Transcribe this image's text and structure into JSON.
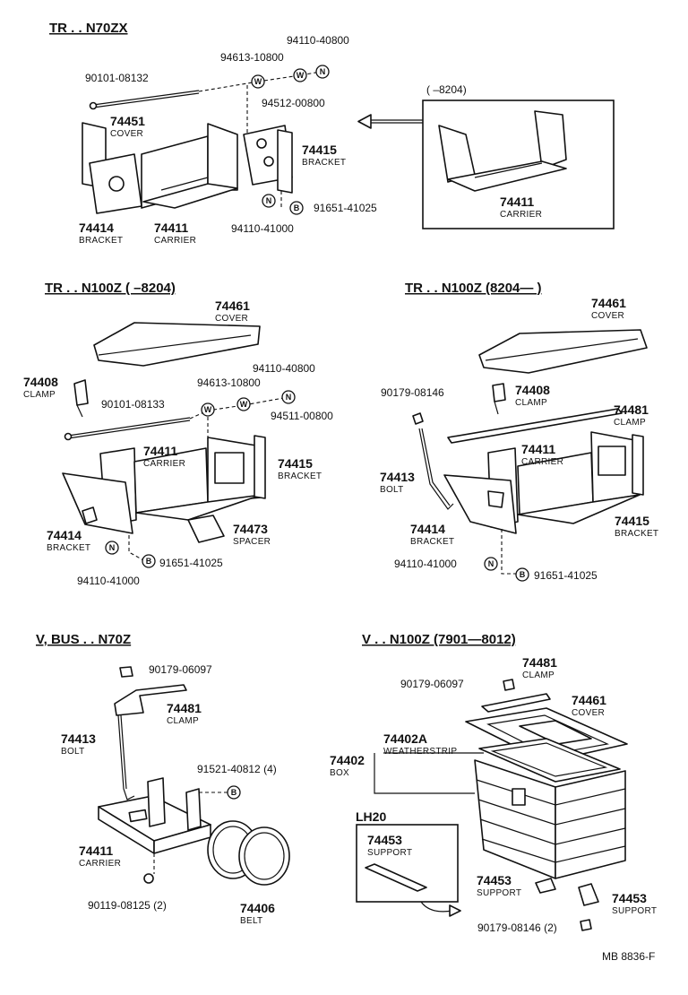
{
  "sections": {
    "tr_n70zx": {
      "title": "TR . . N70ZX",
      "inset_range": "(      –8204)",
      "labels": {
        "p94110_40800": "94110-40800",
        "p94613_10800": "94613-10800",
        "p90101_08132": "90101-08132",
        "p94512_00800": "94512-00800",
        "p74451": "74451",
        "n74451": "COVER",
        "p74415": "74415",
        "n74415": "BRACKET",
        "p74414": "74414",
        "n74414": "BRACKET",
        "p74411": "74411",
        "n74411": "CARRIER",
        "p94110_41000": "94110-41000",
        "p91651_41025": "91651-41025",
        "inset_p74411": "74411",
        "inset_n74411": "CARRIER"
      }
    },
    "tr_n100z_a": {
      "title": "TR . . N100Z (        –8204)",
      "labels": {
        "p74461": "74461",
        "n74461": "COVER",
        "p74408": "74408",
        "n74408": "CLAMP",
        "p94110_40800": "94110-40800",
        "p94613_10800": "94613-10800",
        "p90101_08133": "90101-08133",
        "p94511_00800": "94511-00800",
        "p74411": "74411",
        "n74411": "CARRIER",
        "p74415": "74415",
        "n74415": "BRACKET",
        "p74414": "74414",
        "n74414": "BRACKET",
        "p74473": "74473",
        "n74473": "SPACER",
        "p94110_41000": "94110-41000",
        "p91651_41025": "91651-41025"
      }
    },
    "tr_n100z_b": {
      "title": "TR . . N100Z (8204—      )",
      "labels": {
        "p74461": "74461",
        "n74461": "COVER",
        "p90179_08146": "90179-08146",
        "p74408": "74408",
        "n74408": "CLAMP",
        "p74481": "74481",
        "n74481": "CLAMP",
        "p74413": "74413",
        "n74413": "BOLT",
        "p74411": "74411",
        "n74411": "CARRIER",
        "p74414": "74414",
        "n74414": "BRACKET",
        "p74415": "74415",
        "n74415": "BRACKET",
        "p94110_41000": "94110-41000",
        "p91651_41025": "91651-41025"
      }
    },
    "v_bus_n70z": {
      "title": "V, BUS . . N70Z",
      "labels": {
        "p90179_06097": "90179-06097",
        "p74481": "74481",
        "n74481": "CLAMP",
        "p74413": "74413",
        "n74413": "BOLT",
        "p91521_40812": "91521-40812 (4)",
        "p74411": "74411",
        "n74411": "CARRIER",
        "p90119_08125": "90119-08125 (2)",
        "p74406": "74406",
        "n74406": "BELT"
      }
    },
    "v_n100z": {
      "title": "V . . N100Z (7901—8012)",
      "labels": {
        "p74481": "74481",
        "n74481": "CLAMP",
        "p90179_06097": "90179-06097",
        "p74461": "74461",
        "n74461": "COVER",
        "p74402a": "74402A",
        "n74402a": "WEATHERSTRIP",
        "p74402": "74402",
        "n74402": "BOX",
        "lh20": "LH20",
        "p74453_inset": "74453",
        "n74453_inset": "SUPPORT",
        "p74453_a": "74453",
        "n74453_a": "SUPPORT",
        "p74453_b": "74453",
        "n74453_b": "SUPPORT",
        "p90179_08146": "90179-08146 (2)"
      }
    }
  },
  "symbols": {
    "washer": "W",
    "nut": "N",
    "bolt": "B"
  },
  "footer": {
    "code": "MB  8836-F"
  }
}
